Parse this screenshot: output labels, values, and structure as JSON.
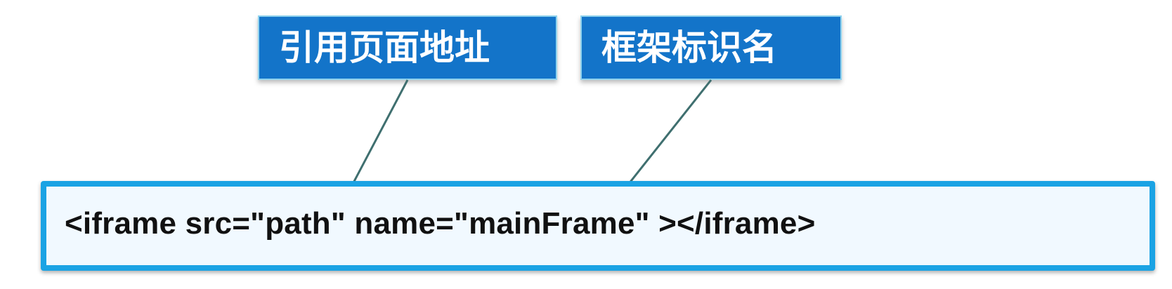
{
  "callouts": {
    "src_label": "引用页面地址",
    "name_label": "框架标识名"
  },
  "code": {
    "text": "<iframe src=\"path\" name=\"mainFrame\" ></iframe>"
  },
  "colors": {
    "callout_fill": "#1374c9",
    "callout_border": "#8fd3ee",
    "code_border": "#1ba3e4",
    "code_fill": "#f1f9ff",
    "connector": "#3f6f6f"
  }
}
